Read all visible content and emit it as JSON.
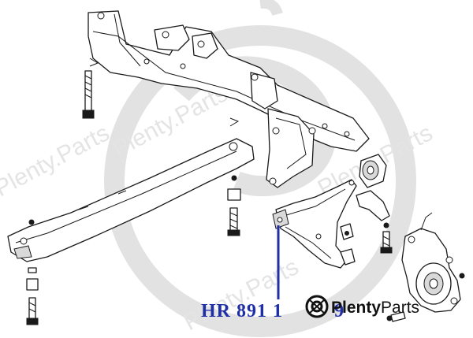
{
  "diagram": {
    "part_number": "HR 891 1",
    "partial_digit": "9",
    "brand": {
      "name": "Plenty",
      "suffix": "Parts"
    },
    "watermark_text": "Plenty.Parts",
    "colors": {
      "callout": "#1f2fa6",
      "line_art": "#1a1a1a",
      "watermark": "#e2e2e2"
    }
  }
}
